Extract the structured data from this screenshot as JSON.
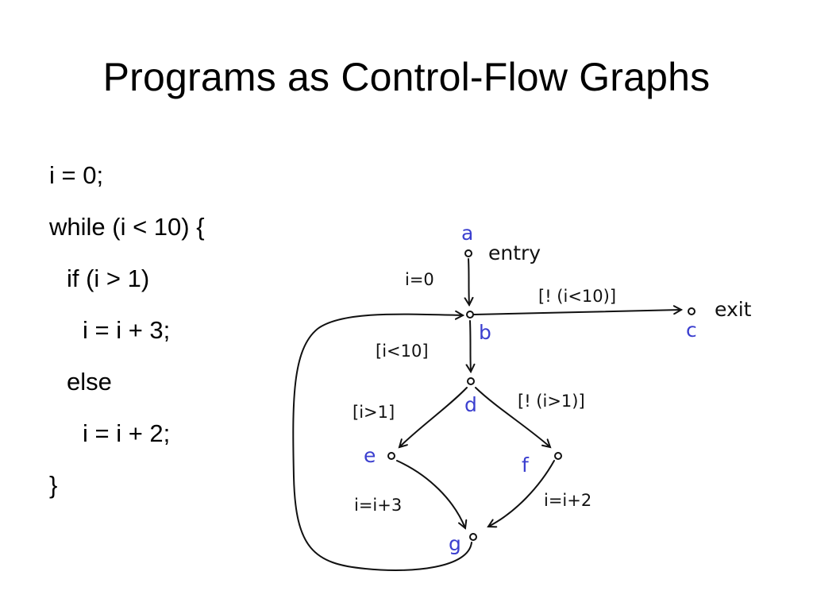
{
  "slide": {
    "title": "Programs as Control-Flow Graphs"
  },
  "code": {
    "lines": [
      "i = 0;",
      "while (i < 10) {",
      "if (i > 1)",
      "i = i + 3;",
      "else",
      "i = i + 2;",
      "}"
    ]
  },
  "graph": {
    "colors": {
      "node_label": "#3b3fcf",
      "ink": "#111111"
    },
    "nodes": {
      "a": "a",
      "b": "b",
      "c": "c",
      "d": "d",
      "e": "e",
      "f": "f",
      "g": "g"
    },
    "annotations": {
      "entry": "entry",
      "exit": "exit"
    },
    "edges": {
      "a_b": "i=0",
      "b_c": "[! (i<10)]",
      "b_d": "[i<10]",
      "d_e": "[i>1]",
      "d_f": "[! (i>1)]",
      "e_g": "i=i+3",
      "f_g": "i=i+2"
    }
  }
}
